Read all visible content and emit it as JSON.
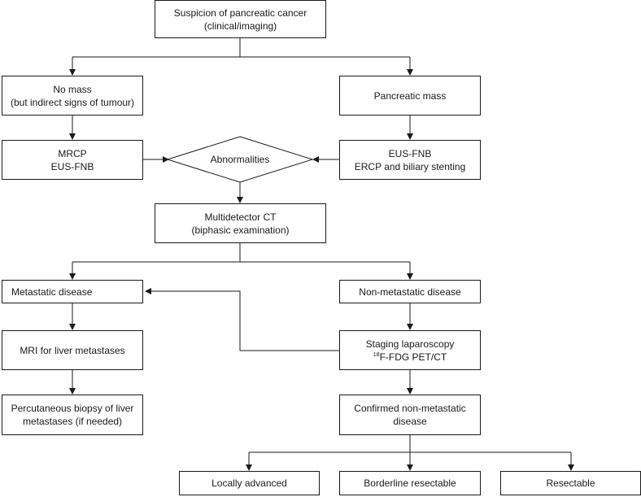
{
  "nodes": {
    "suspicion": {
      "line1": "Suspicion of pancreatic cancer",
      "line2": "(clinical/imaging)"
    },
    "no_mass": {
      "line1": "No mass",
      "line2": "(but indirect signs of tumour)"
    },
    "pancreatic_mass": {
      "line1": "Pancreatic mass"
    },
    "mrcp": {
      "line1": "MRCP",
      "line2": "EUS-FNB"
    },
    "abnormalities": {
      "line1": "Abnormalities"
    },
    "eus_ercp": {
      "line1": "EUS-FNB",
      "line2": "ERCP and biliary stenting"
    },
    "multidetector_ct": {
      "line1": "Multidetector CT",
      "line2": "(biphasic examination)"
    },
    "metastatic": {
      "line1": "Metastatic disease"
    },
    "non_metastatic": {
      "line1": "Non-metastatic disease"
    },
    "mri_liver": {
      "line1": "MRI for liver metastases"
    },
    "staging": {
      "line1": "Staging laparoscopy",
      "sup": "18",
      "line2": "F-FDG PET/CT"
    },
    "biopsy": {
      "line1": "Percutaneous biopsy of liver",
      "line2": "metastases (if needed)"
    },
    "confirmed": {
      "line1": "Confirmed non-metastatic",
      "line2": "disease"
    },
    "locally_advanced": {
      "line1": "Locally advanced"
    },
    "borderline": {
      "line1": "Borderline resectable"
    },
    "resectable": {
      "line1": "Resectable"
    }
  }
}
